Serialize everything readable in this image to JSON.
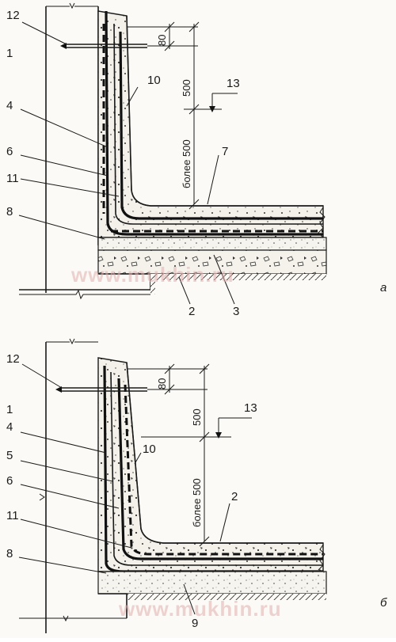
{
  "figure_a": {
    "panel_letter": "а",
    "dimensions": {
      "top": "80",
      "middle": "500",
      "bottom": "более 500"
    },
    "watermark": "www.mukhin.ru",
    "labels": {
      "l12": "12",
      "l1": "1",
      "l10": "10",
      "l13": "13",
      "l4": "4",
      "l6": "6",
      "l7": "7",
      "l11": "11",
      "l8": "8",
      "l2": "2",
      "l3": "3"
    }
  },
  "figure_b": {
    "panel_letter": "б",
    "dimensions": {
      "top": "80",
      "middle": "500",
      "bottom": "более 500"
    },
    "watermark": "www.mukhin.ru",
    "labels": {
      "l12": "12",
      "l13": "13",
      "l1": "1",
      "l4": "4",
      "l10": "10",
      "l5": "5",
      "l6": "6",
      "l2": "2",
      "l11": "11",
      "l8": "8",
      "l9": "9"
    }
  }
}
